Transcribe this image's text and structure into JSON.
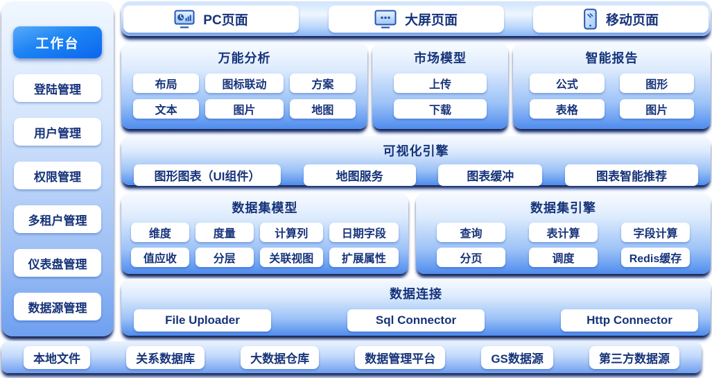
{
  "sidebar": {
    "active_item": "工作台",
    "items": [
      "登陆管理",
      "用户管理",
      "权限管理",
      "多租户管理",
      "仪表盘管理",
      "数据源管理"
    ]
  },
  "top_bar": {
    "pc": "PC页面",
    "big_screen": "大屏页面",
    "mobile": "移动页面"
  },
  "panels": {
    "universal_analysis": {
      "title": "万能分析",
      "buttons": [
        "布局",
        "图标联动",
        "方案",
        "文本",
        "图片",
        "地图"
      ]
    },
    "market_model": {
      "title": "市场模型",
      "buttons": [
        "上传",
        "下载"
      ]
    },
    "smart_report": {
      "title": "智能报告",
      "buttons": [
        "公式",
        "图形",
        "表格",
        "图片"
      ]
    },
    "visual_engine": {
      "title": "可视化引擎",
      "buttons": [
        "图形图表（UI组件）",
        "地图服务",
        "图表缓冲",
        "图表智能推荐"
      ]
    },
    "dataset_model": {
      "title": "数据集模型",
      "buttons": [
        "维度",
        "度量",
        "计算列",
        "日期字段",
        "值应收",
        "分层",
        "关联视图",
        "扩展属性"
      ]
    },
    "dataset_engine": {
      "title": "数据集引擎",
      "buttons": [
        "查询",
        "表计算",
        "字段计算",
        "分页",
        "调度",
        "Redis缓存"
      ]
    },
    "data_connection": {
      "title": "数据连接",
      "buttons": [
        "File Uploader",
        "Sql Connector",
        "Http Connector"
      ]
    }
  },
  "bottom_bar": {
    "items": [
      "本地文件",
      "关系数据库",
      "大数据仓库",
      "数据管理平台",
      "GS数据源",
      "第三方数据源"
    ]
  },
  "icons": {
    "pc": "pc-chart-monitor-icon",
    "big_screen": "big-screen-monitor-icon",
    "mobile": "mobile-phone-icon"
  },
  "colors": {
    "accent_blue": "#1177f0",
    "panel_bottom_blue": "#4f8cee",
    "text_navy": "#16337a"
  }
}
